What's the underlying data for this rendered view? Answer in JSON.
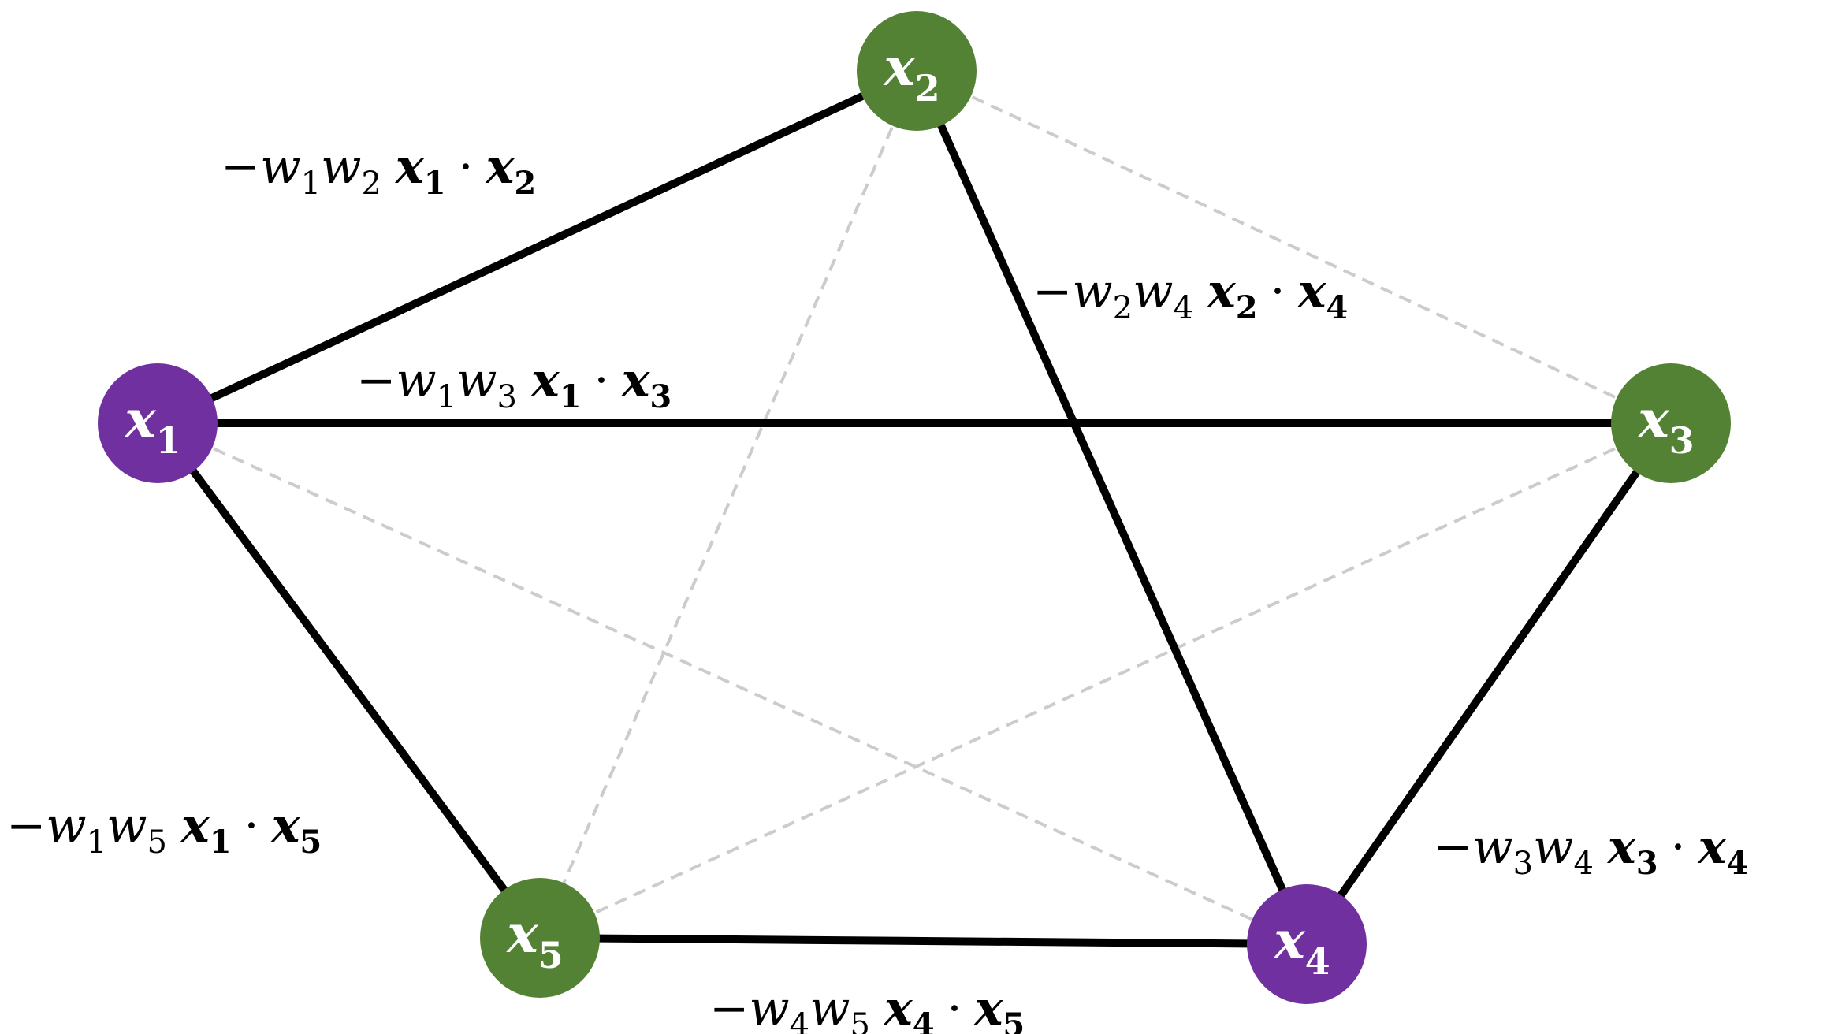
{
  "diagram": {
    "colors": {
      "selected_node": "#7030A0",
      "unselected_node": "#548235",
      "solid_edge": "#000000",
      "dashed_edge": "#cccccc",
      "node_text": "#ffffff"
    },
    "nodes": [
      {
        "id": "x1",
        "label": "x",
        "index": "1",
        "group": "selected"
      },
      {
        "id": "x2",
        "label": "x",
        "index": "2",
        "group": "unselected"
      },
      {
        "id": "x3",
        "label": "x",
        "index": "3",
        "group": "unselected"
      },
      {
        "id": "x4",
        "label": "x",
        "index": "4",
        "group": "selected"
      },
      {
        "id": "x5",
        "label": "x",
        "index": "5",
        "group": "unselected"
      }
    ],
    "solid_edges": [
      {
        "from": "x1",
        "to": "x2",
        "label": {
          "minus": "−",
          "w": "w",
          "wi": "1",
          "wj": "2",
          "x": "x",
          "xi": "1",
          "dot": "·",
          "xj": "2"
        }
      },
      {
        "from": "x1",
        "to": "x3",
        "label": {
          "minus": "−",
          "w": "w",
          "wi": "1",
          "wj": "3",
          "x": "x",
          "xi": "1",
          "dot": "·",
          "xj": "3"
        }
      },
      {
        "from": "x2",
        "to": "x4",
        "label": {
          "minus": "−",
          "w": "w",
          "wi": "2",
          "wj": "4",
          "x": "x",
          "xi": "2",
          "dot": "·",
          "xj": "4"
        }
      },
      {
        "from": "x1",
        "to": "x5",
        "label": {
          "minus": "−",
          "w": "w",
          "wi": "1",
          "wj": "5",
          "x": "x",
          "xi": "1",
          "dot": "·",
          "xj": "5"
        }
      },
      {
        "from": "x3",
        "to": "x4",
        "label": {
          "minus": "−",
          "w": "w",
          "wi": "3",
          "wj": "4",
          "x": "x",
          "xi": "3",
          "dot": "·",
          "xj": "4"
        }
      },
      {
        "from": "x5",
        "to": "x4",
        "label": {
          "minus": "−",
          "w": "w",
          "wi": "4",
          "wj": "5",
          "x": "x",
          "xi": "4",
          "dot": "·",
          "xj": "5"
        }
      }
    ],
    "dashed_edges": [
      {
        "from": "x2",
        "to": "x3"
      },
      {
        "from": "x2",
        "to": "x5"
      },
      {
        "from": "x1",
        "to": "x4"
      },
      {
        "from": "x3",
        "to": "x5"
      }
    ]
  }
}
